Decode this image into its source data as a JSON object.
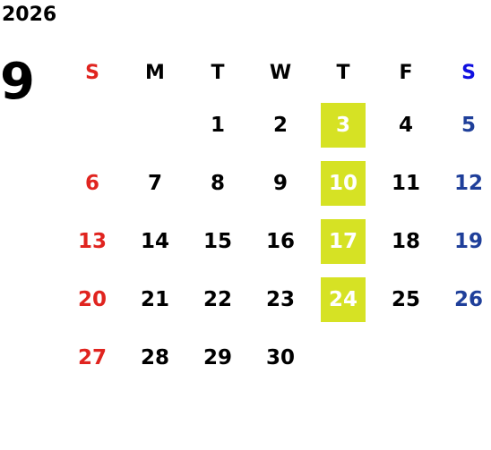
{
  "year": "2026",
  "month": "9",
  "colors": {
    "default": "#000000",
    "sunday": "#e0241f",
    "saturday": "#1f3f9a",
    "saturday_header": "#1010e0",
    "highlight_bg": "#d6e224",
    "highlight_text": "#ffffff"
  },
  "weekdays": [
    "S",
    "M",
    "T",
    "W",
    "T",
    "F",
    "S"
  ],
  "weeks": [
    [
      "",
      "",
      "1",
      "2",
      "3",
      "4",
      "5"
    ],
    [
      "6",
      "7",
      "8",
      "9",
      "10",
      "11",
      "12"
    ],
    [
      "13",
      "14",
      "15",
      "16",
      "17",
      "18",
      "19"
    ],
    [
      "20",
      "21",
      "22",
      "23",
      "24",
      "25",
      "26"
    ],
    [
      "27",
      "28",
      "29",
      "30",
      "",
      "",
      ""
    ]
  ],
  "highlighted_days": [
    "3",
    "10",
    "17",
    "24"
  ]
}
